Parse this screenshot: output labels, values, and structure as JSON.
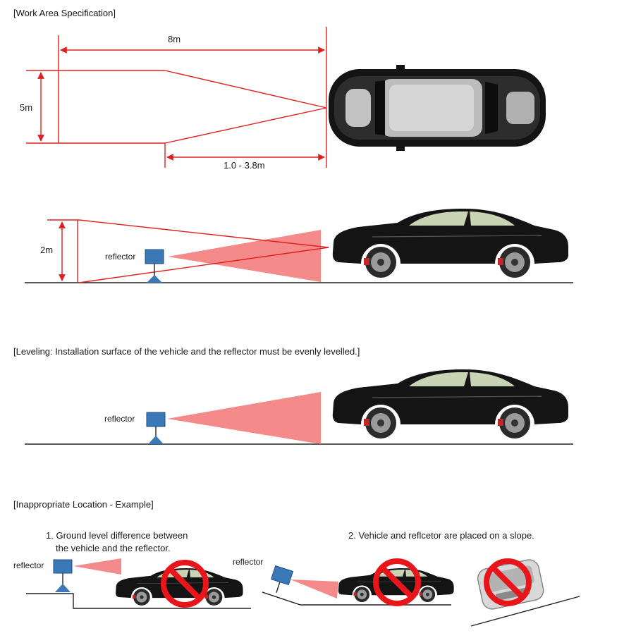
{
  "sections": {
    "work_area": "[Work Area Specification]",
    "leveling": "[Leveling: Installation surface of the vehicle and the reflector must be evenly levelled.]",
    "inappropriate": "[Inappropriate Location - Example]"
  },
  "dimensions": {
    "length": "8m",
    "width": "5m",
    "range": "1.0 - 3.8m",
    "height": "2m"
  },
  "labels": {
    "reflector": "reflector"
  },
  "examples": {
    "ex1": [
      "1. Ground level difference between",
      "the vehicle and the reflector."
    ],
    "ex2": "2. Vehicle and reflcetor are placed on a slope."
  },
  "colors": {
    "dimension_line": "#e02020",
    "beam": "#f58a8a",
    "reflector": "#3b78b8",
    "ground": "#222222",
    "prohibit": "#e8161b",
    "car_body": "#141414"
  },
  "icons": [
    "car-top-icon",
    "car-side-icon",
    "reflector-icon",
    "prohibited-icon"
  ]
}
